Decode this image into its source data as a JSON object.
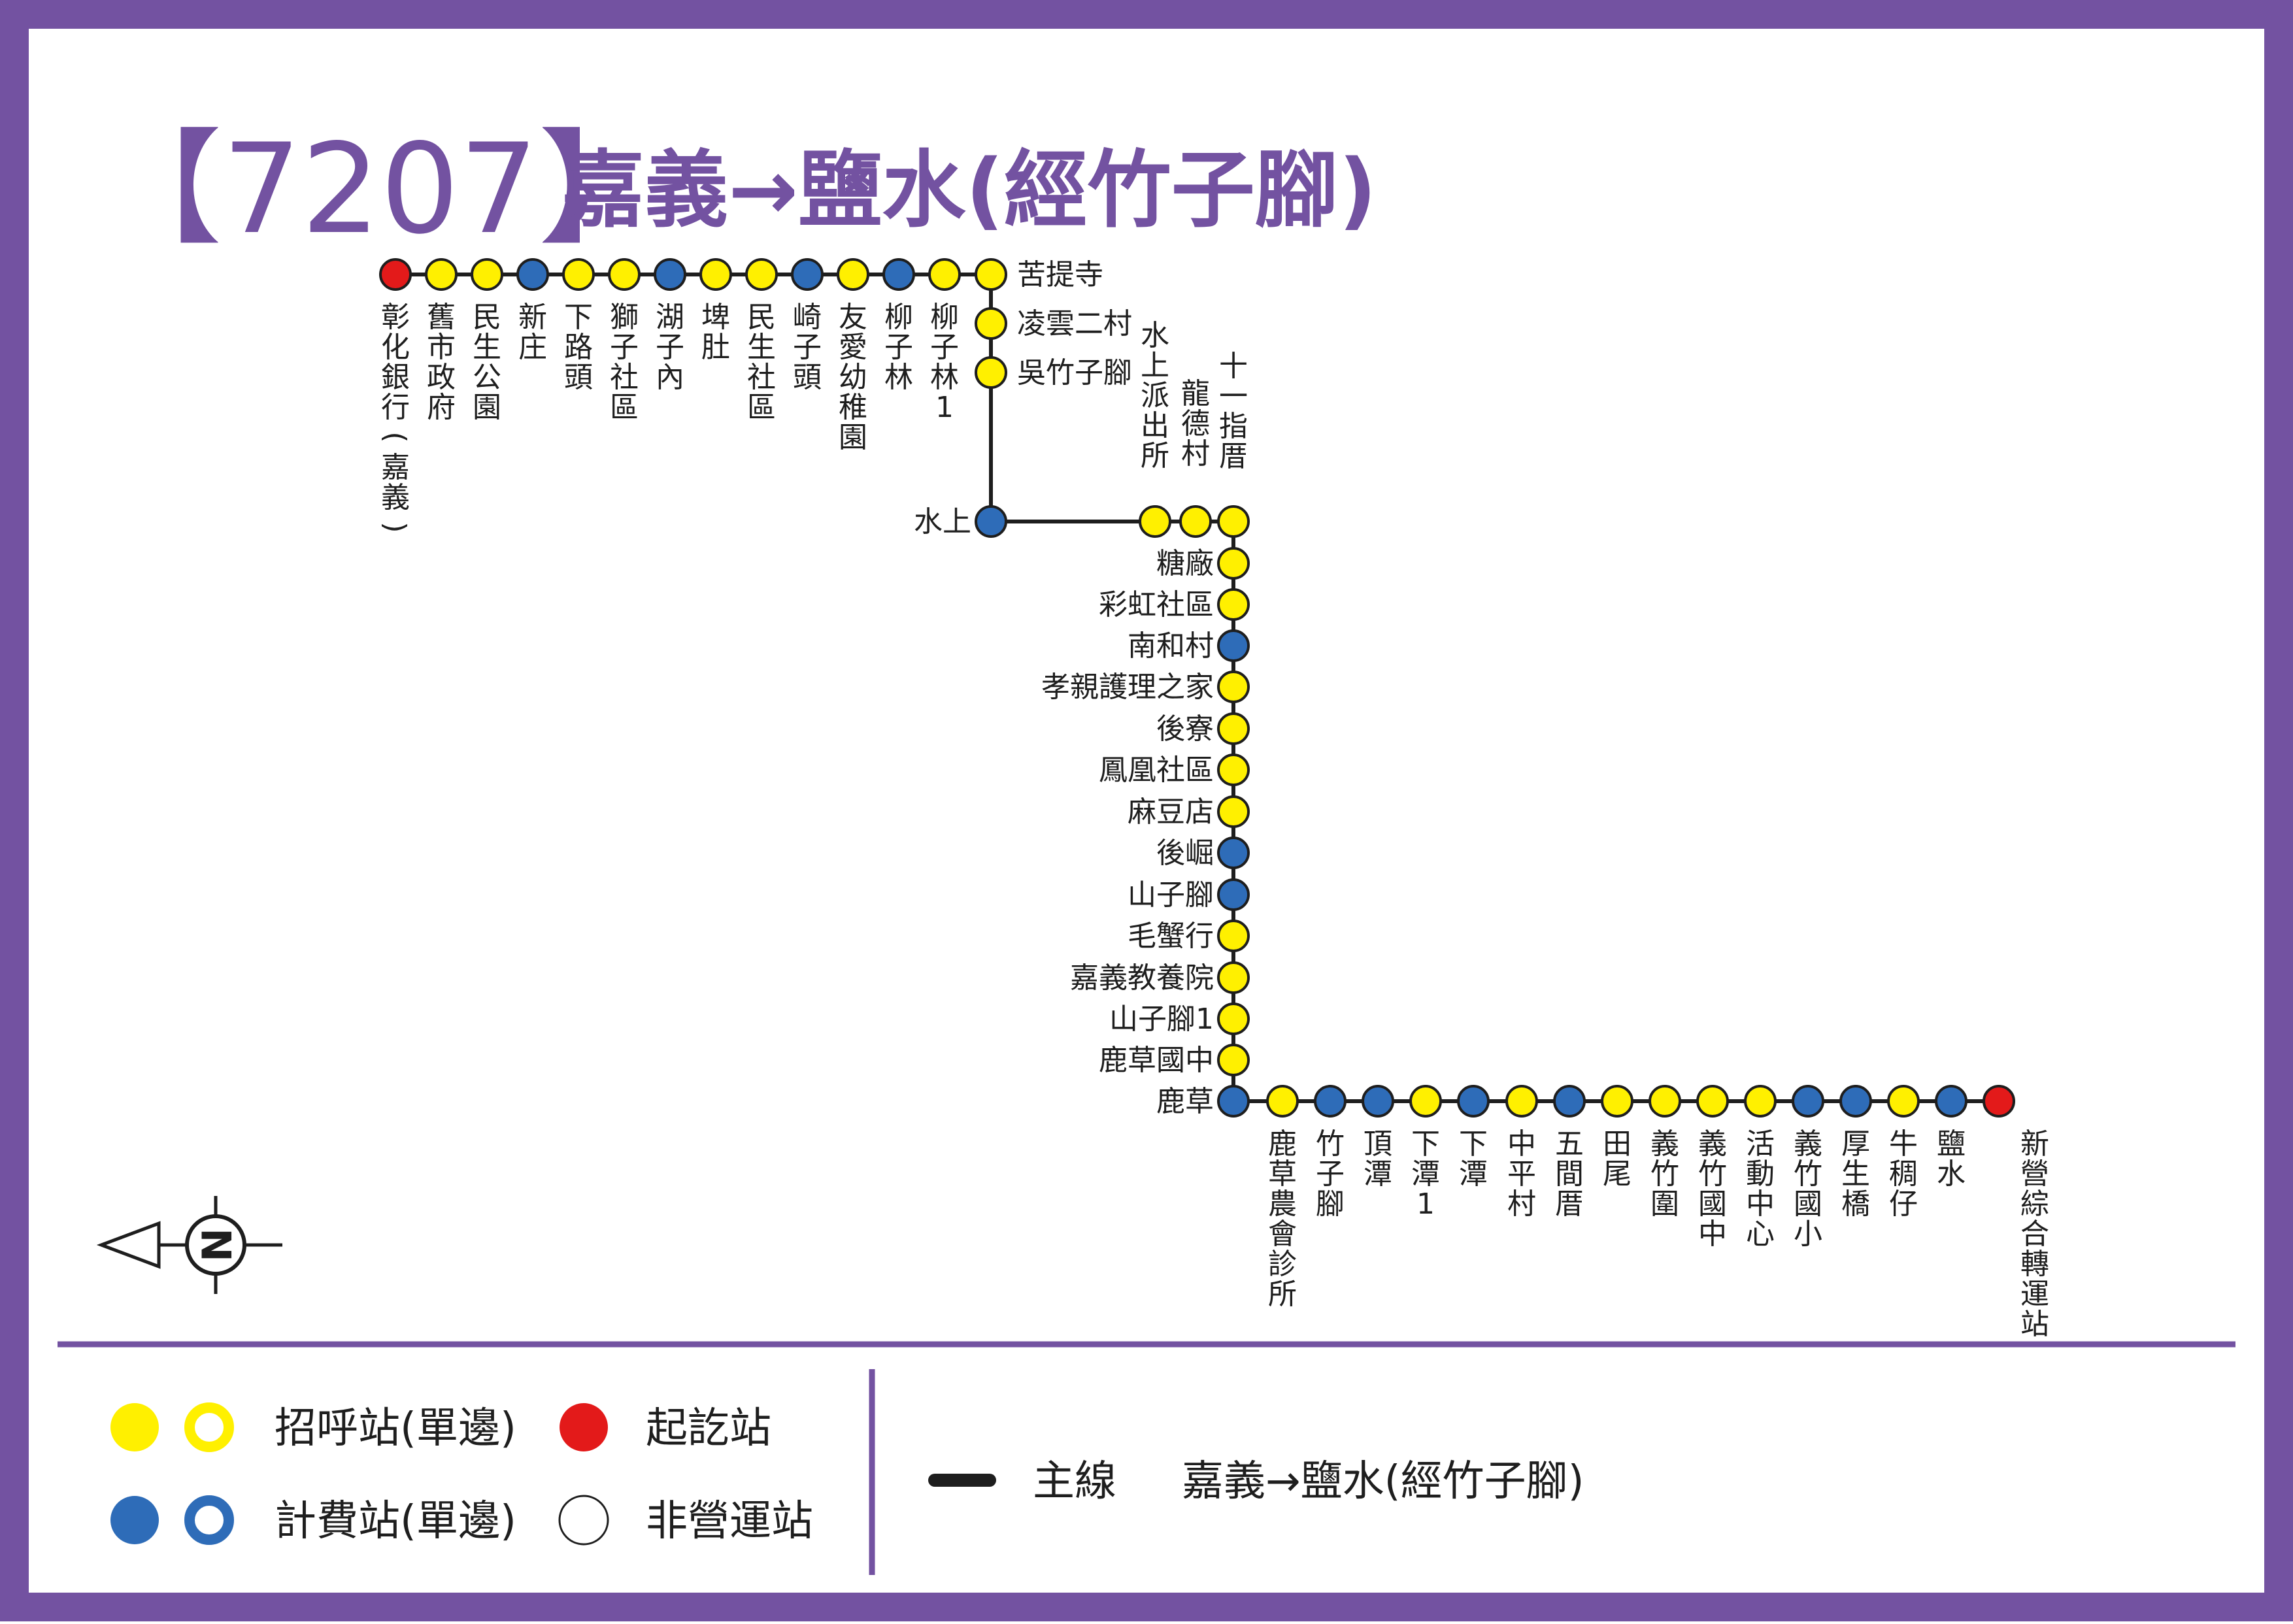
{
  "route": {
    "number_display": "【7207】",
    "title": "嘉義→鹽水(經竹子腳)"
  },
  "colors": {
    "frame": "#7352A1",
    "yellow_stop": "#FFF000",
    "blue_stop": "#2E6CB8",
    "red_stop": "#E31A1A",
    "line": "#1E1E1E"
  },
  "stops": [
    {
      "name": "彰化銀行(嘉義)",
      "type": "red"
    },
    {
      "name": "舊市政府",
      "type": "yellow"
    },
    {
      "name": "民生公園",
      "type": "yellow"
    },
    {
      "name": "新庄",
      "type": "blue"
    },
    {
      "name": "下路頭",
      "type": "yellow"
    },
    {
      "name": "獅子社區",
      "type": "yellow"
    },
    {
      "name": "湖子內",
      "type": "blue"
    },
    {
      "name": "埤肚",
      "type": "yellow"
    },
    {
      "name": "民生社區",
      "type": "yellow"
    },
    {
      "name": "崎子頭",
      "type": "blue"
    },
    {
      "name": "友愛幼稚園",
      "type": "yellow"
    },
    {
      "name": "柳子林",
      "type": "blue"
    },
    {
      "name": "柳子林1",
      "type": "yellow"
    },
    {
      "name": "苦提寺",
      "type": "yellow"
    },
    {
      "name": "凌雲二村",
      "type": "yellow"
    },
    {
      "name": "吳竹子腳",
      "type": "yellow"
    },
    {
      "name": "水上",
      "type": "blue"
    },
    {
      "name": "水上派出所",
      "type": "yellow"
    },
    {
      "name": "龍德村",
      "type": "yellow"
    },
    {
      "name": "十一指厝",
      "type": "yellow"
    },
    {
      "name": "糖廠",
      "type": "yellow"
    },
    {
      "name": "彩虹社區",
      "type": "yellow"
    },
    {
      "name": "南和村",
      "type": "blue"
    },
    {
      "name": "孝親護理之家",
      "type": "yellow"
    },
    {
      "name": "後寮",
      "type": "yellow"
    },
    {
      "name": "鳳凰社區",
      "type": "yellow"
    },
    {
      "name": "麻豆店",
      "type": "yellow"
    },
    {
      "name": "後崛",
      "type": "blue"
    },
    {
      "name": "山子腳",
      "type": "blue"
    },
    {
      "name": "毛蟹行",
      "type": "yellow"
    },
    {
      "name": "嘉義教養院",
      "type": "yellow"
    },
    {
      "name": "山子腳1",
      "type": "yellow"
    },
    {
      "name": "鹿草國中",
      "type": "yellow"
    },
    {
      "name": "鹿草",
      "type": "blue"
    },
    {
      "name": "鹿草農會診所",
      "type": "yellow"
    },
    {
      "name": "竹子腳",
      "type": "blue"
    },
    {
      "name": "頂潭",
      "type": "blue"
    },
    {
      "name": "下潭1",
      "type": "yellow"
    },
    {
      "name": "下潭",
      "type": "blue"
    },
    {
      "name": "中平村",
      "type": "yellow"
    },
    {
      "name": "五間厝",
      "type": "blue"
    },
    {
      "name": "田尾",
      "type": "yellow"
    },
    {
      "name": "義竹圍",
      "type": "yellow"
    },
    {
      "name": "義竹國中",
      "type": "yellow"
    },
    {
      "name": "活動中心",
      "type": "yellow"
    },
    {
      "name": "義竹國小",
      "type": "blue"
    },
    {
      "name": "厚生橋",
      "type": "blue"
    },
    {
      "name": "牛稠仔",
      "type": "yellow"
    },
    {
      "name": "鹽水",
      "type": "blue"
    },
    {
      "name": "新營綜合轉運站",
      "type": "red"
    }
  ],
  "compass": {
    "letter": "N"
  },
  "legend": {
    "hail_stop": "招呼站(單邊)",
    "terminal": "起訖站",
    "fare_stop": "計費站(單邊)",
    "non_operating": "非營運站",
    "main_line_label": "主線",
    "main_line_route": "嘉義→鹽水(經竹子腳)"
  }
}
